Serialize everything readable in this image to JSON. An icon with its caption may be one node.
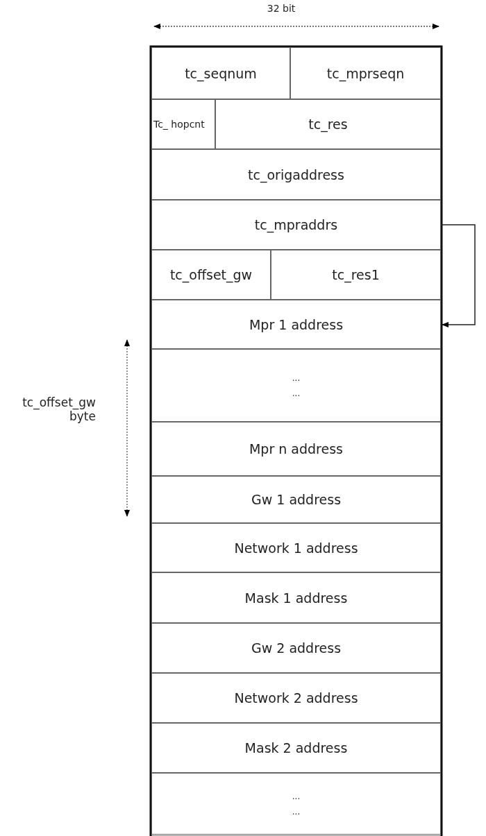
{
  "diagram": {
    "nodes": [
      {
        "text": [
          "tc_seqnum"
        ]
      },
      {
        "text": [
          "tc_mprseqn"
        ]
      },
      {
        "text": [
          "Tc_ hopcnt"
        ]
      },
      {
        "text": [
          "tc_res"
        ]
      },
      {
        "text": [
          "tc_origaddress"
        ]
      },
      {
        "text": [
          "tc_mpraddrs"
        ]
      },
      {
        "text": [
          "tc_offset_gw"
        ]
      },
      {
        "text": [
          "tc_res1"
        ]
      },
      {
        "text": [
          "Mpr 1 address"
        ]
      },
      {
        "text": [
          "...",
          "..."
        ]
      },
      {
        "text": [
          "Mpr n address"
        ]
      },
      {
        "text": [
          "Gw 1 address"
        ]
      },
      {
        "text": [
          "Network 1 address"
        ]
      },
      {
        "text": [
          "Mask 1 address"
        ]
      },
      {
        "text": [
          "Gw 2 address"
        ]
      },
      {
        "text": [
          "Network 2 address"
        ]
      },
      {
        "text": [
          "Mask 2 address"
        ]
      },
      {
        "text": [
          "...",
          "..."
        ]
      }
    ],
    "edges": [
      {
        "from": 5,
        "to": 8,
        "arrow": "to"
      }
    ],
    "labels": [
      "32 bit",
      "tc_offset_gw byte"
    ]
  }
}
